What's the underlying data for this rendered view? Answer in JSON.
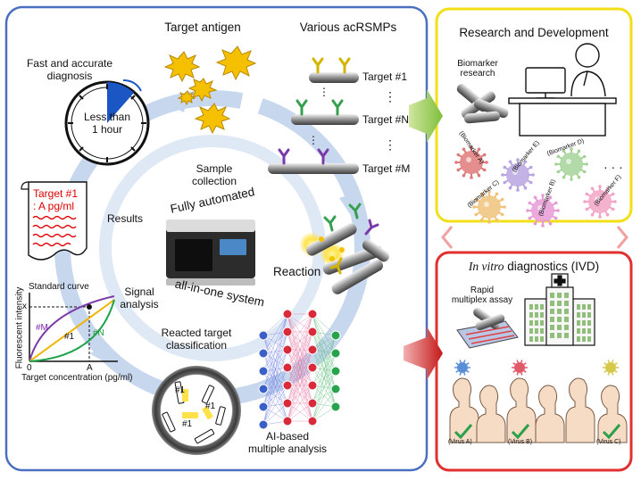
{
  "main": {
    "target_antigen": "Target antigen",
    "various_acrsmps": "Various acRSMPs",
    "targets": [
      "Target #1",
      "Target #N",
      "Target #M"
    ],
    "fast_accurate_1": "Fast and accurate",
    "fast_accurate_2": "diagnosis",
    "clock_1": "Less than",
    "clock_2": "1 hour",
    "sample_1": "Sample",
    "sample_2": "collection",
    "fully_automated": "Fully automated",
    "all_in_one": "all-in-one system",
    "reaction": "Reaction",
    "results": "Results",
    "result_doc_1": "Target #1",
    "result_doc_2": ": A pg/ml",
    "signal_1": "Signal",
    "signal_2": "analysis",
    "reacted_1": "Reacted target",
    "reacted_2": "classification",
    "ai_1": "AI-based",
    "ai_2": "multiple analysis",
    "vdots": "⋮",
    "particle_label": "#1"
  },
  "chart": {
    "title": "Standard curve",
    "ylabel": "Fluorescent intensity",
    "xlabel": "Target concentration (pg/ml)",
    "x_tick_0": "0",
    "x_tick_a": "A",
    "y_tick_x": "x",
    "series_m": "#M",
    "series_1": "#1",
    "series_n": "#N",
    "colors": {
      "m": "#7a3aa8",
      "one": "#f0b400",
      "n": "#1ea34a"
    }
  },
  "rnd": {
    "title": "Research and Development",
    "biomarker_1": "Biomarker",
    "biomarker_2": "research",
    "viruses": [
      "(Biomarker A)",
      "(Biomarker E)",
      "(Biomarker D)",
      "(Biomarker C)",
      "(Biomarker B)",
      "(Biomarker F)"
    ],
    "ellipsis": "· · ·"
  },
  "ivd": {
    "title_italic": "In vitro",
    "title_rest": " diagnostics (IVD)",
    "rapid_1": "Rapid",
    "rapid_2": "multiplex assay",
    "people": [
      "(Virus A)",
      "(Virus B)",
      "(Virus C)"
    ]
  },
  "colors": {
    "main_border": "#4a6fc0",
    "rnd_border": "#f2df18",
    "ivd_border": "#e03030",
    "cycle": "#c7d7ee"
  }
}
